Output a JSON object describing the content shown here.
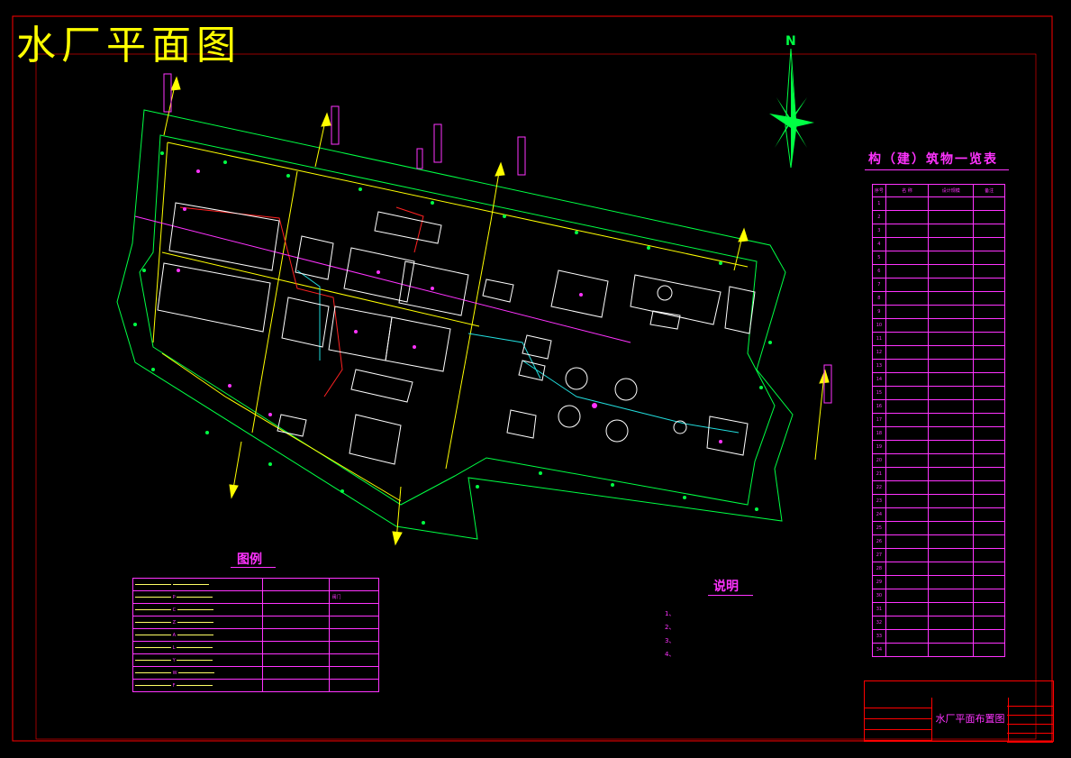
{
  "title": "水厂平面图",
  "north_label": "N",
  "building_table": {
    "title": "构（建）筑物一览表",
    "headers": [
      "序号",
      "名 称",
      "设计规模",
      "备注"
    ],
    "rows": [
      [
        "1",
        "",
        "",
        ""
      ],
      [
        "2",
        "",
        "",
        ""
      ],
      [
        "3",
        "",
        "",
        ""
      ],
      [
        "4",
        "",
        "",
        ""
      ],
      [
        "5",
        "",
        "",
        ""
      ],
      [
        "6",
        "",
        "",
        ""
      ],
      [
        "7",
        "",
        "",
        ""
      ],
      [
        "8",
        "",
        "",
        ""
      ],
      [
        "9",
        "",
        "",
        ""
      ],
      [
        "10",
        "",
        "",
        ""
      ],
      [
        "11",
        "",
        "",
        ""
      ],
      [
        "12",
        "",
        "",
        ""
      ],
      [
        "13",
        "",
        "",
        ""
      ],
      [
        "14",
        "",
        "",
        ""
      ],
      [
        "15",
        "",
        "",
        ""
      ],
      [
        "16",
        "",
        "",
        ""
      ],
      [
        "17",
        "",
        "",
        ""
      ],
      [
        "18",
        "",
        "",
        ""
      ],
      [
        "19",
        "",
        "",
        ""
      ],
      [
        "20",
        "",
        "",
        ""
      ],
      [
        "21",
        "",
        "",
        ""
      ],
      [
        "22",
        "",
        "",
        ""
      ],
      [
        "23",
        "",
        "",
        ""
      ],
      [
        "24",
        "",
        "",
        ""
      ],
      [
        "25",
        "",
        "",
        ""
      ],
      [
        "26",
        "",
        "",
        ""
      ],
      [
        "27",
        "",
        "",
        ""
      ],
      [
        "28",
        "",
        "",
        ""
      ],
      [
        "29",
        "",
        "",
        ""
      ],
      [
        "30",
        "",
        "",
        ""
      ],
      [
        "31",
        "",
        "",
        ""
      ],
      [
        "32",
        "",
        "",
        ""
      ],
      [
        "33",
        "",
        "",
        ""
      ],
      [
        "34",
        "",
        "",
        ""
      ]
    ]
  },
  "legend": {
    "title": "图例",
    "rows": [
      [
        "",
        "",
        ""
      ],
      [
        "P",
        "",
        "阀门"
      ],
      [
        "C",
        "",
        ""
      ],
      [
        "Z",
        "",
        ""
      ],
      [
        "A",
        "",
        ""
      ],
      [
        "L",
        "",
        ""
      ],
      [
        "Y",
        "",
        ""
      ],
      [
        "W",
        "",
        ""
      ],
      [
        "F",
        "",
        ""
      ]
    ]
  },
  "notes": {
    "title": "说明",
    "items": [
      "1、",
      "2、",
      "3、",
      "4、"
    ]
  },
  "title_block": {
    "drawing_name": "水厂平面布置图",
    "left_rows": [
      "",
      "",
      "",
      ""
    ],
    "right_rows": [
      "",
      "",
      "",
      "",
      ""
    ]
  },
  "colors": {
    "background": "#000000",
    "frame": "#ff0000",
    "wall": "#00ff44",
    "road": "#ffff00",
    "pipe_red": "#ff2222",
    "pipe_cyan": "#22dddd",
    "text_magenta": "#ff33ff",
    "title_yellow": "#ffff00"
  }
}
